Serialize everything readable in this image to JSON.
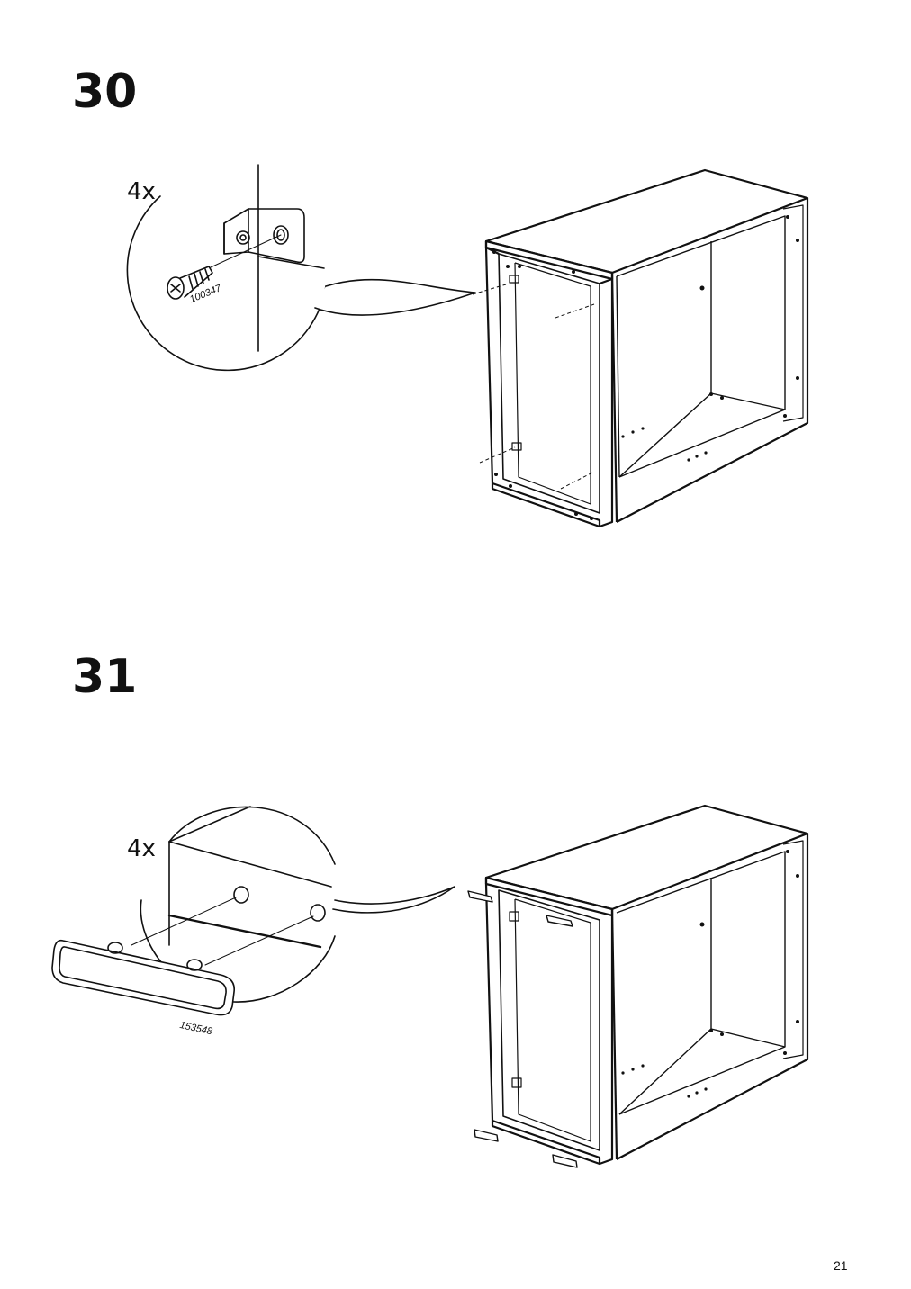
{
  "steps": [
    {
      "number": "30",
      "quantity": "4x",
      "part_id": "100347",
      "part_icon": "screw-icon"
    },
    {
      "number": "31",
      "quantity": "4x",
      "part_id": "153548",
      "part_icon": "glide-icon"
    }
  ],
  "page": {
    "number": "21"
  }
}
